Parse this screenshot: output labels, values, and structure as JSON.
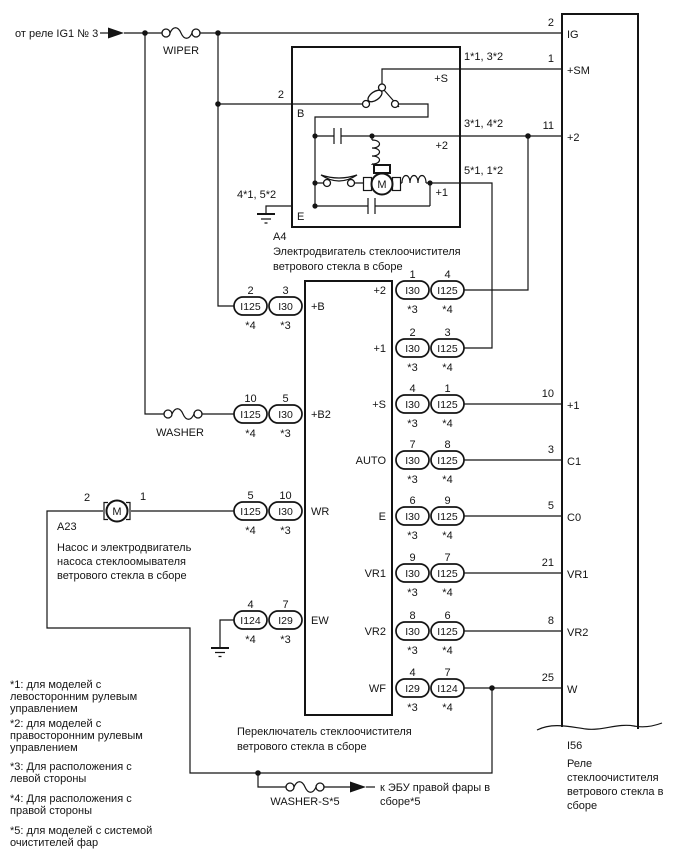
{
  "header": {
    "from_relay": "от реле IG1 № 3",
    "wiper_fuse": "WIPER",
    "b_pin": "2"
  },
  "a4": {
    "id": "A4",
    "name1": "Электродвигатель стеклоочистителя",
    "name2": "ветрового стекла в сборе",
    "term_b": "B",
    "term_e": "E",
    "term_s": "+S",
    "term_2": "+2",
    "term_1": "+1",
    "motor_letter": "M",
    "gnd_note": "4*1, 5*2",
    "note_sm": "1*1, 3*2",
    "note_2": "3*1, 4*2",
    "note_1": "5*1, 1*2"
  },
  "washer": {
    "label": "WASHER"
  },
  "a23": {
    "id": "A23",
    "name1": "Насос и электродвигатель",
    "name2": "насоса стеклоомывателя",
    "name3": "ветрового стекла в сборе",
    "pin_left": "2",
    "pin_right": "1",
    "motor_letter": "M"
  },
  "sw": {
    "name1": "Переключатель стеклоочистителя",
    "name2": "ветрового стекла в сборе",
    "left": [
      {
        "t": "+B",
        "c1": "I125",
        "p1": "2",
        "f1": "*4",
        "c2": "I30",
        "p2": "3",
        "f2": "*3"
      },
      {
        "t": "+B2",
        "c1": "I125",
        "p1": "10",
        "f1": "*4",
        "c2": "I30",
        "p2": "5",
        "f2": "*3"
      },
      {
        "t": "WR",
        "c1": "I125",
        "p1": "5",
        "f1": "*4",
        "c2": "I30",
        "p2": "10",
        "f2": "*3"
      },
      {
        "t": "EW",
        "c1": "I124",
        "p1": "4",
        "f1": "*4",
        "c2": "I29",
        "p2": "7",
        "f2": "*3"
      }
    ],
    "right": [
      {
        "t": "+2",
        "c1": "I30",
        "p1": "1",
        "f1": "*3",
        "c2": "I125",
        "p2": "4",
        "f2": "*4"
      },
      {
        "t": "+1",
        "c1": "I30",
        "p1": "2",
        "f1": "*3",
        "c2": "I125",
        "p2": "3",
        "f2": "*4"
      },
      {
        "t": "+S",
        "c1": "I30",
        "p1": "4",
        "f1": "*3",
        "c2": "I125",
        "p2": "1",
        "f2": "*4"
      },
      {
        "t": "AUTO",
        "c1": "I30",
        "p1": "7",
        "f1": "*3",
        "c2": "I125",
        "p2": "8",
        "f2": "*4"
      },
      {
        "t": "E",
        "c1": "I30",
        "p1": "6",
        "f1": "*3",
        "c2": "I125",
        "p2": "9",
        "f2": "*4"
      },
      {
        "t": "VR1",
        "c1": "I30",
        "p1": "9",
        "f1": "*3",
        "c2": "I125",
        "p2": "7",
        "f2": "*4"
      },
      {
        "t": "VR2",
        "c1": "I30",
        "p1": "8",
        "f1": "*3",
        "c2": "I125",
        "p2": "6",
        "f2": "*4"
      },
      {
        "t": "WF",
        "c1": "I29",
        "p1": "4",
        "f1": "*3",
        "c2": "I124",
        "p2": "7",
        "f2": "*4"
      }
    ]
  },
  "relay": {
    "id": "I56",
    "name1": "Реле",
    "name2": "стеклоочистителя",
    "name3": "ветрового стекла в",
    "name4": "сборе",
    "terms": [
      {
        "pin": "2",
        "t": "IG"
      },
      {
        "pin": "1",
        "t": "+SM"
      },
      {
        "pin": "11",
        "t": "+2"
      },
      {
        "pin": "10",
        "t": "+1"
      },
      {
        "pin": "3",
        "t": "C1"
      },
      {
        "pin": "5",
        "t": "C0"
      },
      {
        "pin": "21",
        "t": "VR1"
      },
      {
        "pin": "8",
        "t": "VR2"
      },
      {
        "pin": "25",
        "t": "W"
      }
    ]
  },
  "bottom": {
    "washer_s_fuse": "WASHER-S*5",
    "to_ecu1": "к ЭБУ правой фары в",
    "to_ecu2": "сборе*5"
  },
  "footnotes": {
    "f1a": "*1: для моделей с",
    "f1b": "левосторонним рулевым",
    "f1c": "управлением",
    "f2a": "*2: для моделей с",
    "f2b": "правосторонним рулевым",
    "f2c": "управлением",
    "f3a": "*3: Для расположения с",
    "f3b": "левой стороны",
    "f4a": "*4: Для расположения с",
    "f4b": "правой стороны",
    "f5a": "*5: для моделей с системой",
    "f5b": "очистителей фар"
  },
  "colors": {
    "line": "#141414",
    "background": "#ffffff"
  }
}
